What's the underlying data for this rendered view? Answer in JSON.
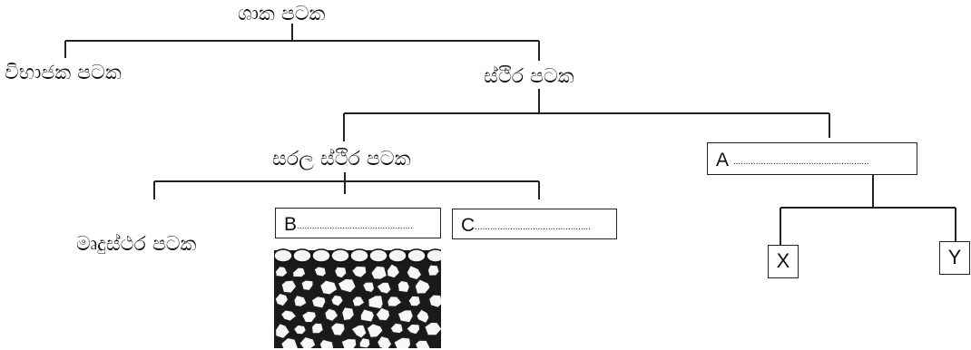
{
  "diagram": {
    "root": "ශාක පටක",
    "meristematic": "විභාජක පටක",
    "permanent": "ස්ථිර පටක",
    "simple_permanent": "සරල ස්ථිර පටක",
    "parenchyma": "මෘදුස්ථර පටක",
    "box_a": {
      "letter": "A",
      "blank": "......................................................"
    },
    "box_b": {
      "letter": "B",
      "blank": ".............................................."
    },
    "box_c": {
      "letter": "C",
      "blank": ".............................................."
    },
    "box_x": "X",
    "box_y": "Y",
    "colors": {
      "line": "#222222",
      "text": "#111111",
      "background": "#ffffff"
    },
    "tissue_image": "parenchyma-cells-micrograph"
  }
}
